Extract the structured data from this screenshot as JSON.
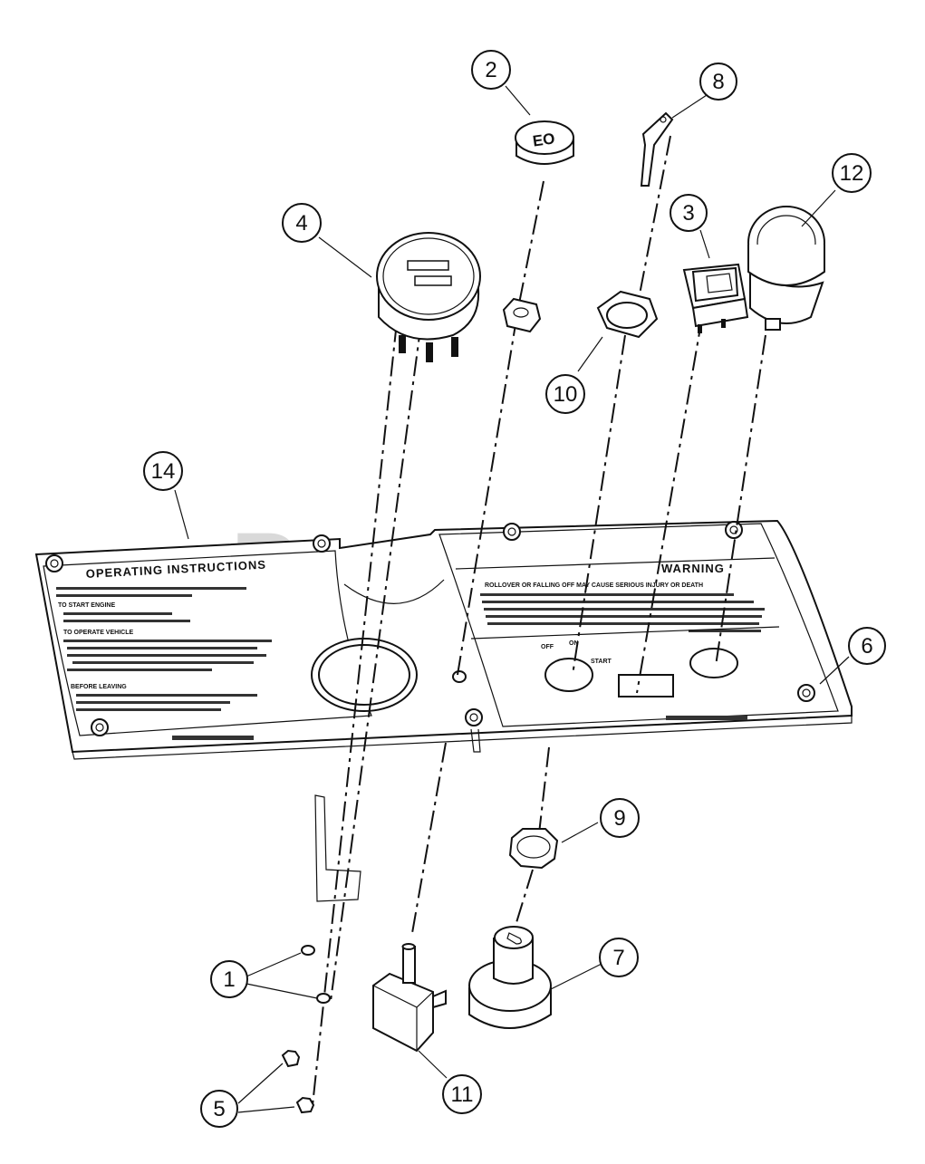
{
  "watermark": "PartsTree",
  "callouts": [
    {
      "number": "1"
    },
    {
      "number": "2"
    },
    {
      "number": "3"
    },
    {
      "number": "4"
    },
    {
      "number": "5"
    },
    {
      "number": "6"
    },
    {
      "number": "7"
    },
    {
      "number": "8"
    },
    {
      "number": "9"
    },
    {
      "number": "10"
    },
    {
      "number": "11"
    },
    {
      "number": "12"
    },
    {
      "number": "14"
    }
  ],
  "panel": {
    "left_title": "OPERATING INSTRUCTIONS",
    "right_title": "WARNING",
    "rollover_text": "ROLLOVER OR FALLING OFF MAY CAUSE SERIOUS INJURY OR DEATH",
    "switch_off": "OFF",
    "switch_on": "ON",
    "switch_start": "START",
    "to_start_engine": "TO START ENGINE",
    "to_operate_vehicle": "TO OPERATE VEHICLE",
    "before_leaving": "BEFORE LEAVING"
  },
  "light_switch_label": "EO"
}
